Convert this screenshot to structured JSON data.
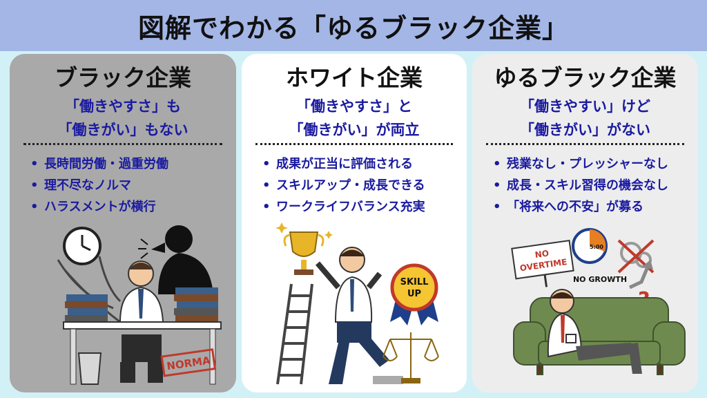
{
  "header": {
    "title": "図解でわかる「ゆるブラック企業」"
  },
  "panels": [
    {
      "title": "ブラック企業",
      "subtitle_line1": "「働きやすさ」も",
      "subtitle_line2": "「働きがい」もない",
      "bullets": [
        "長時間労働・過重労働",
        "理不尽なノルマ",
        "ハラスメントが横行"
      ],
      "illustration": {
        "stamp": "NORMA"
      }
    },
    {
      "title": "ホワイト企業",
      "subtitle_line1": "「働きやすさ」と",
      "subtitle_line2": "「働きがい」が両立",
      "bullets": [
        "成果が正当に評価される",
        "スキルアップ・成長できる",
        "ワークライフバランス充実"
      ],
      "illustration": {
        "badge_line1": "SKILL",
        "badge_line2": "UP"
      }
    },
    {
      "title": "ゆるブラック企業",
      "subtitle_line1": "「働きやすい」けど",
      "subtitle_line2": "「働きがい」がない",
      "bullets": [
        "残業なし・プレッシャーなし",
        "成長・スキル習得の機会なし",
        "「将来への不安」が募る"
      ],
      "illustration": {
        "sign_line1": "NO",
        "sign_line2": "OVERTIME",
        "label": "NO GROWTH",
        "clock_text": "5:00"
      }
    }
  ],
  "bullet_glyph": "•",
  "colors": {
    "banner": "#a3b6e6",
    "background": "#d2f1f6",
    "accent_text": "#1a1aa0",
    "stamp_red": "#c0392b",
    "sofa_green": "#6f8a4e"
  }
}
